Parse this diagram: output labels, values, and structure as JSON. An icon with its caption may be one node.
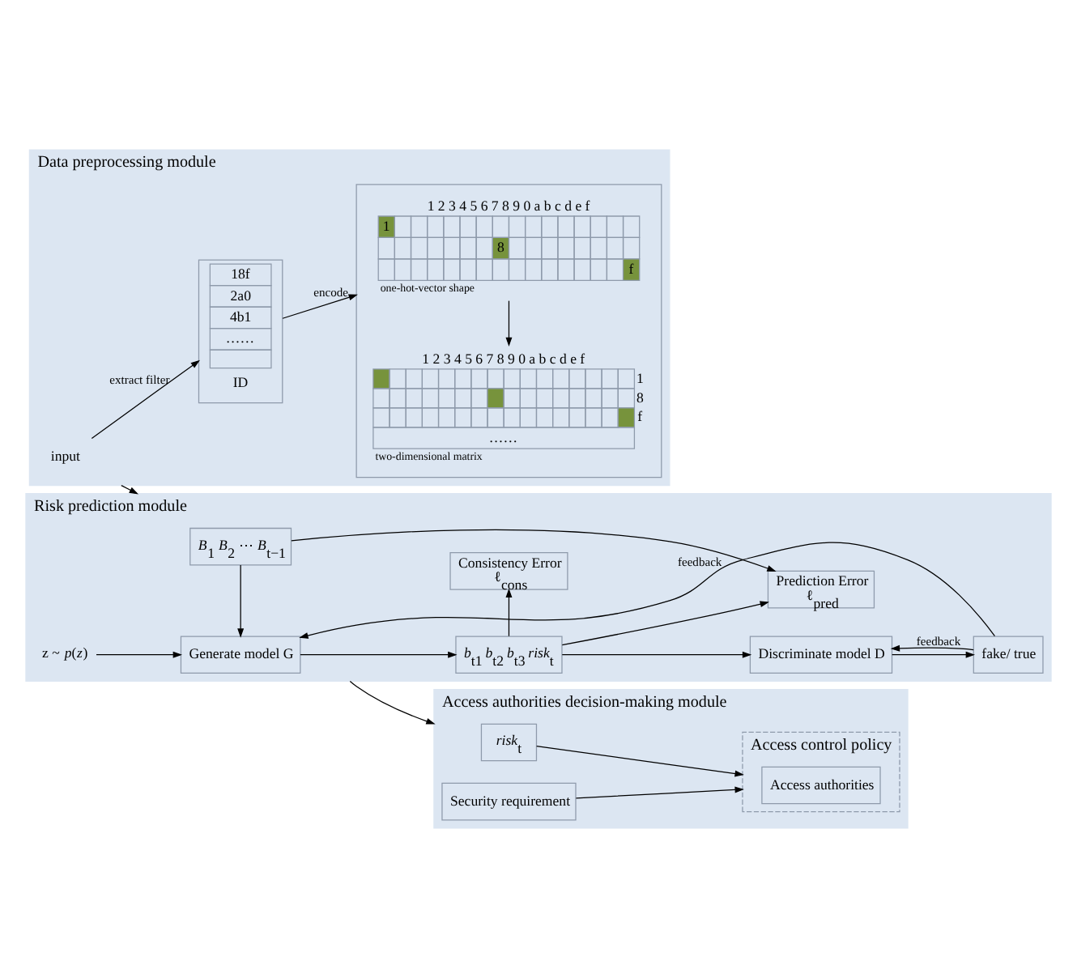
{
  "diagram": {
    "nodes": [
      {
        "text": [
          "Data preprocessing module"
        ]
      },
      {
        "text": [
          "input"
        ],
        "in": 0
      },
      {
        "text": [
          "18f",
          "2a0",
          "4b1",
          "……",
          "ID"
        ],
        "in": 0
      },
      {
        "text": [],
        "shape": "box",
        "in": 0
      },
      {
        "text": [
          "1 2 3 4 5 6 7 8 9 0 a b c d e f",
          "1",
          "8",
          "f",
          "one-hot-vector shape"
        ],
        "in": 3
      },
      {
        "text": [
          "1 2 3 4 5 6 7 8 9 0 a b c d e f",
          "1",
          "8",
          "f",
          "……",
          "two-dimensional matrix"
        ],
        "in": 3
      },
      {
        "text": [
          "Risk prediction module"
        ]
      },
      {
        "text": [
          "*B*$_{1}$ *B*$_{2}$ ⋯ *B*$_{t−1}$"
        ],
        "in": 6
      },
      {
        "text": [
          "Prediction Error",
          "ℓ$_{pred}$"
        ],
        "in": 6
      },
      {
        "text": [
          "Consistency Error",
          "ℓ$_{cons}$"
        ],
        "in": 6
      },
      {
        "text": [
          "z ~ *p*(*z*)"
        ],
        "in": 6
      },
      {
        "text": [
          "Generate model G"
        ],
        "in": 6
      },
      {
        "text": [
          "*b*$_{t1}$ *b*$_{t2}$ *b*$_{t3}$ *risk*$_{t}$"
        ],
        "in": 6
      },
      {
        "text": [
          "Discriminate model D"
        ],
        "in": 6
      },
      {
        "text": [
          "fake/ true"
        ],
        "in": 6
      },
      {
        "text": [
          "Access authorities decision-making module"
        ]
      },
      {
        "text": [
          "*risk*$_{t}$"
        ],
        "in": 15
      },
      {
        "text": [
          "Security requirement"
        ],
        "in": 15
      },
      {
        "text": [
          "Access control policy"
        ],
        "in": 15
      },
      {
        "text": [
          "Access authorities"
        ],
        "in": 18
      }
    ],
    "edges": [
      {
        "from": 1,
        "to": 2,
        "arrow": "to",
        "label": "extract filter"
      },
      {
        "from": 2,
        "to": 3,
        "arrow": "to",
        "label": "encode"
      },
      {
        "from": 4,
        "to": 5,
        "arrow": "to"
      },
      {
        "from": 0,
        "to": 6,
        "arrow": "to"
      },
      {
        "from": 7,
        "to": 8,
        "arrow": "to"
      },
      {
        "from": 12,
        "to": 8,
        "arrow": "to"
      },
      {
        "from": 7,
        "to": 11,
        "arrow": "to"
      },
      {
        "from": 12,
        "to": 9,
        "arrow": "to"
      },
      {
        "from": 10,
        "to": 11,
        "arrow": "to"
      },
      {
        "from": 11,
        "to": 12,
        "arrow": "to"
      },
      {
        "from": 12,
        "to": 13,
        "arrow": "to"
      },
      {
        "from": 13,
        "to": 14,
        "arrow": "to"
      },
      {
        "from": 14,
        "to": 13,
        "arrow": "to",
        "label": "feedback"
      },
      {
        "from": 14,
        "to": 11,
        "arrow": "to",
        "label": "feedback"
      },
      {
        "from": 6,
        "to": 15,
        "arrow": "to"
      },
      {
        "from": 16,
        "to": 18,
        "arrow": "to"
      },
      {
        "from": 17,
        "to": 18,
        "arrow": "to"
      }
    ]
  }
}
